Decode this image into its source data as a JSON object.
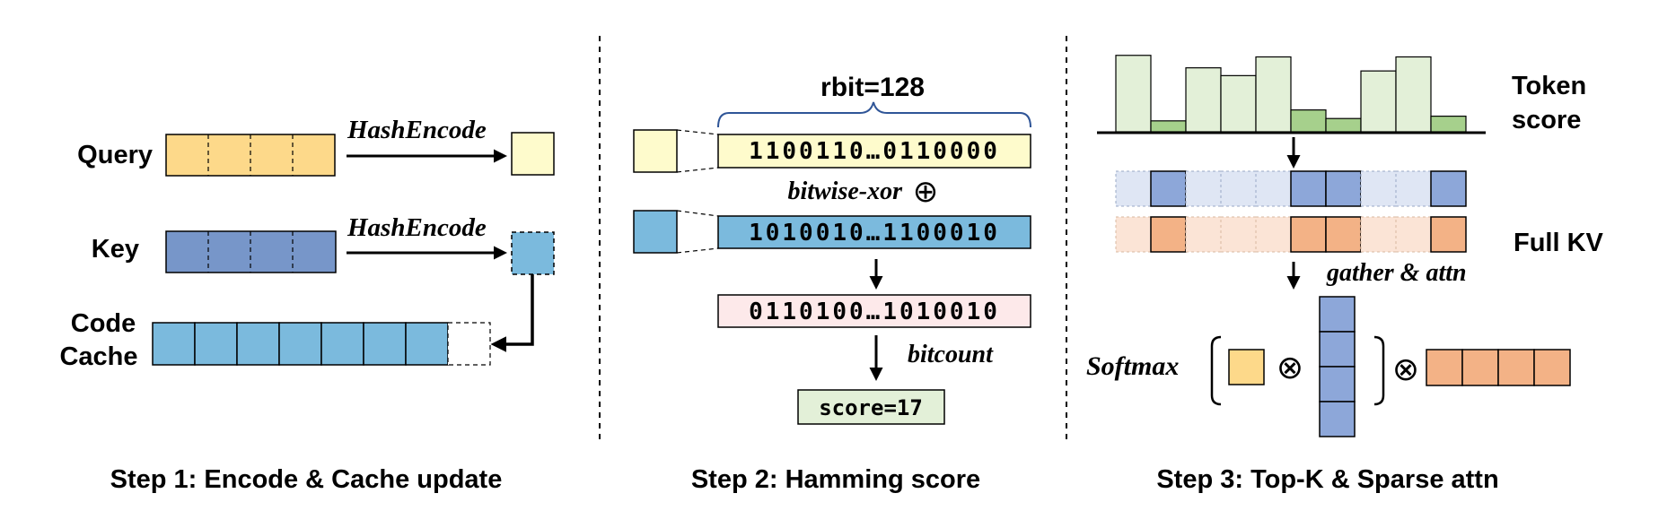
{
  "colors": {
    "query": "#fdd98a",
    "query_hash": "#fefbcc",
    "key": "#7796c9",
    "key_hash": "#7bbadd",
    "cache": "#7bbadd",
    "xor_result": "#fde9ea",
    "score_box": "#e3f0d8",
    "token_bar_light": "#e3f0d8",
    "token_bar_dark": "#a6d08c",
    "kv_key_light": "#dfe6f4",
    "kv_key_dark": "#8da7d9",
    "kv_val_light": "#fbe4d6",
    "kv_val_dark": "#f3b286"
  },
  "step1": {
    "query_label": "Query",
    "key_label": "Key",
    "cache_label_line1": "Code",
    "cache_label_line2": "Cache",
    "hash_encode_1": "HashEncode",
    "hash_encode_2": "HashEncode",
    "caption": "Step 1: Encode & Cache update"
  },
  "step2": {
    "rbit_label": "rbit=128",
    "query_bits": "1100110…0110000",
    "xor_label": "bitwise-xor",
    "xor_symbol": "⊕",
    "key_bits": "1010010…1100010",
    "result_bits": "0110100…1010010",
    "bitcount_label": "bitcount",
    "score_label": "score=17",
    "caption": "Step 2: Hamming score"
  },
  "step3": {
    "token_score_line1": "Token",
    "token_score_line2": "score",
    "full_kv_label": "Full KV",
    "gather_label": "gather & attn",
    "softmax_label": "Softmax",
    "otimes_1": "⊗",
    "otimes_2": "⊗",
    "caption": "Step 3: Top-K & Sparse attn"
  },
  "token_bars": [
    {
      "value": 0.98,
      "selected": false
    },
    {
      "value": 0.14,
      "selected": true
    },
    {
      "value": 0.82,
      "selected": false
    },
    {
      "value": 0.72,
      "selected": false
    },
    {
      "value": 0.96,
      "selected": false
    },
    {
      "value": 0.28,
      "selected": true
    },
    {
      "value": 0.17,
      "selected": true
    },
    {
      "value": 0.78,
      "selected": false
    },
    {
      "value": 0.96,
      "selected": false
    },
    {
      "value": 0.2,
      "selected": true
    }
  ],
  "kv_selected": [
    false,
    true,
    false,
    false,
    false,
    true,
    true,
    false,
    false,
    true
  ]
}
